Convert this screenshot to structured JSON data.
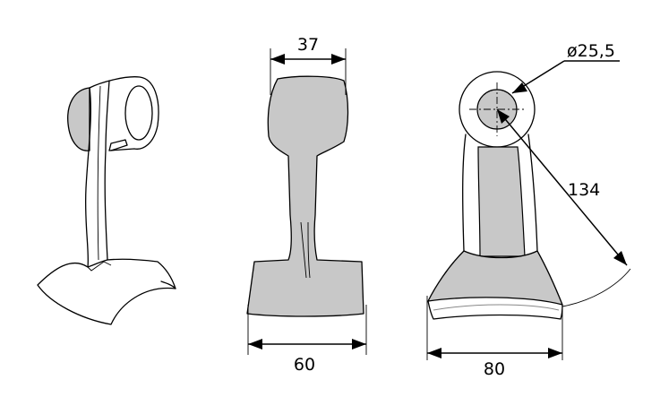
{
  "dimensions": {
    "top_width": "37",
    "bottom_width_front": "60",
    "bottom_width_side": "80",
    "hole_diameter": "ø25,5",
    "length": "134"
  },
  "colors": {
    "fill": "#c8c8c8",
    "outline": "#000000",
    "background": "#ffffff"
  }
}
